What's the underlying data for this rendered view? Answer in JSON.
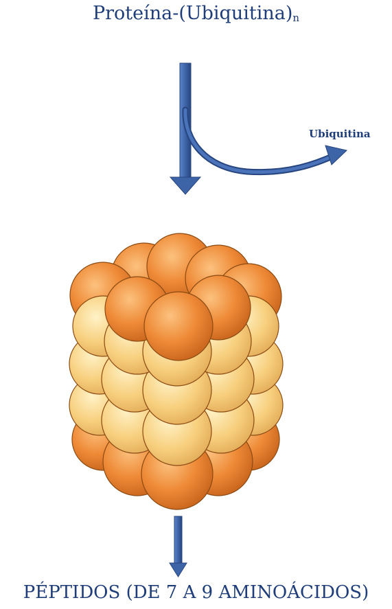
{
  "diagram": {
    "title_main": "Proteína-(Ubiquitina)",
    "title_subscript": "n",
    "branch_label": "Ubiquitina",
    "bottom_label": "PÉPTIDOS (DE 7 A 9 AMINOÁCIDOS)"
  },
  "colors": {
    "text": "#1f3d78",
    "arrow": "#3e64a8",
    "arrow_dark": "#27457f",
    "sphere_orange": "#ee8a37",
    "sphere_yellow": "#f7cf7d"
  },
  "components": {
    "complex_icon": "proteasome-barrel",
    "arrow_icons": [
      "down-arrow",
      "curved-arrow-right",
      "down-arrow"
    ]
  }
}
